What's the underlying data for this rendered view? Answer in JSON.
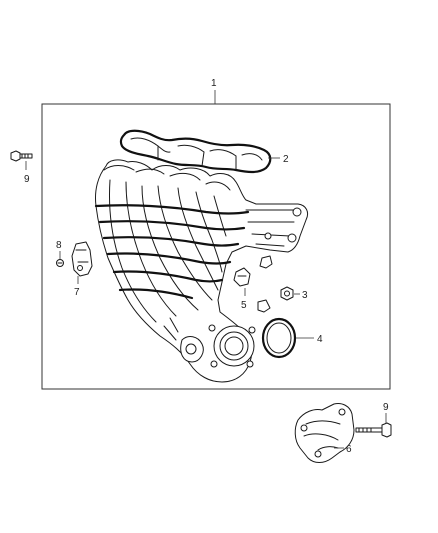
{
  "diagram": {
    "callouts": {
      "c1": "1",
      "c2": "2",
      "c3": "3",
      "c4": "4",
      "c5": "5",
      "c6": "6",
      "c7": "7",
      "c8": "8",
      "c9_top": "9",
      "c9_bottom": "9"
    },
    "parts": [
      {
        "callout": "1",
        "icon": "intake-manifold-icon"
      },
      {
        "callout": "2",
        "icon": "manifold-gasket-icon"
      },
      {
        "callout": "3",
        "icon": "nut-icon"
      },
      {
        "callout": "4",
        "icon": "o-ring-seal-icon"
      },
      {
        "callout": "5",
        "icon": "clip-icon"
      },
      {
        "callout": "6",
        "icon": "support-bracket-icon"
      },
      {
        "callout": "7",
        "icon": "sensor-icon"
      },
      {
        "callout": "8",
        "icon": "small-screw-icon"
      },
      {
        "callout": "9",
        "icon": "bolt-icon"
      }
    ]
  }
}
